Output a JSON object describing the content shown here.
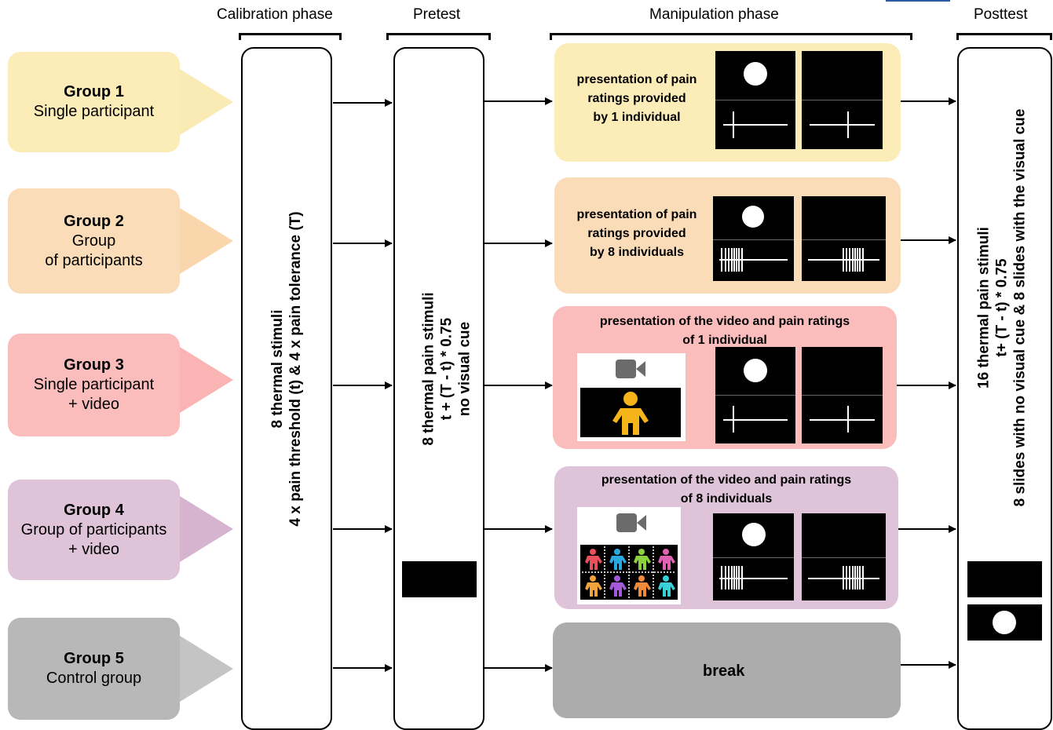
{
  "phases": {
    "calibration": "Calibration phase",
    "pretest": "Pretest",
    "manipulation": "Manipulation phase",
    "posttest": "Posttest"
  },
  "groups": [
    {
      "name": "Group 1",
      "desc": [
        "Single participant"
      ],
      "color": "#fcecb8",
      "tri_color": "#faeab3"
    },
    {
      "name": "Group 2",
      "desc": [
        "Group",
        "of participants"
      ],
      "color": "#fbdcb8",
      "tri_color": "#fad6ad"
    },
    {
      "name": "Group 3",
      "desc": [
        "Single participant",
        "+ video"
      ],
      "color": "#fbbcbc",
      "tri_color": "#fab4b4"
    },
    {
      "name": "Group 4",
      "desc": [
        "Group of participants",
        "+ video"
      ],
      "color": "#dfc3d9",
      "tri_color": "#d6b4cf"
    },
    {
      "name": "Group 5",
      "desc": [
        "Control group"
      ],
      "color": "#b8b8b8",
      "tri_color": "#c4c4c4"
    }
  ],
  "calibration_text": [
    "8 thermal stimuli",
    "4 x pain threshold (t) & 4 x pain tolerance (T)"
  ],
  "pretest_text": [
    "8 thermal pain stimuli",
    "t + (T - t) * 0.75",
    "no visual cue"
  ],
  "posttest_text": [
    "16 thermal pain stimuli",
    "t+ (T - t) * 0.75",
    "8 slides with no visual cue & 8 slides with the visual cue"
  ],
  "manipulation": [
    {
      "text": [
        "presentation of pain",
        "ratings provided",
        "by 1 individual"
      ],
      "color": "#fcecb8"
    },
    {
      "text": [
        "presentation of pain",
        "ratings provided",
        "by 8 individuals"
      ],
      "color": "#fbdcb8"
    },
    {
      "text": [
        "presentation of the video and pain ratings",
        "of 1 individual"
      ],
      "color": "#fbbcbc"
    },
    {
      "text": [
        "presentation of the video and pain ratings",
        "of 8 individuals"
      ],
      "color": "#dfc3d9"
    },
    {
      "text": [
        "break"
      ],
      "color": "#acacac"
    }
  ],
  "icons": {
    "camera": "video-camera-icon",
    "person": "person-icon",
    "person_grid_colors": [
      "#e8505b",
      "#2aa8e0",
      "#8cd23c",
      "#e060b4",
      "#f2a23a",
      "#a45ad8",
      "#f08a3c",
      "#3ad0d8"
    ],
    "person_single_color": "#f4b41a"
  }
}
